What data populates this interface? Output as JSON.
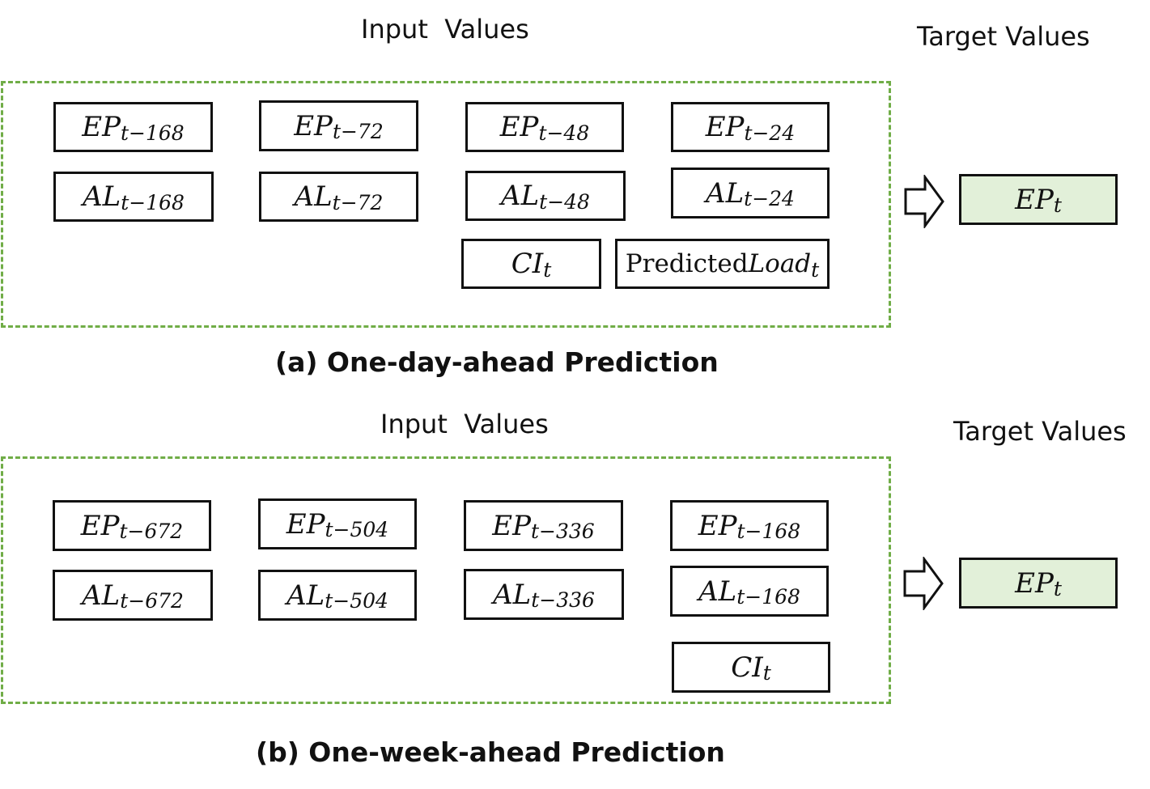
{
  "panels": [
    {
      "input_heading": "Input  Values",
      "target_heading": "Target Values",
      "caption": "(a) One-day-ahead Prediction",
      "inputs": [
        {
          "name": "EP",
          "sub": "t−168"
        },
        {
          "name": "EP",
          "sub": "t−72"
        },
        {
          "name": "EP",
          "sub": "t−48"
        },
        {
          "name": "EP",
          "sub": "t−24"
        },
        {
          "name": "AL",
          "sub": "t−168"
        },
        {
          "name": "AL",
          "sub": "t−72"
        },
        {
          "name": "AL",
          "sub": "t−48"
        },
        {
          "name": "AL",
          "sub": "t−24"
        },
        {
          "name": "CI",
          "sub": "t"
        },
        {
          "prefix": "Predicted",
          "name": "Load",
          "sub": "t"
        }
      ],
      "target": {
        "name": "EP",
        "sub": "t"
      }
    },
    {
      "input_heading": "Input  Values",
      "target_heading": "Target Values",
      "caption": "(b) One-week-ahead Prediction",
      "inputs": [
        {
          "name": "EP",
          "sub": "t−672"
        },
        {
          "name": "EP",
          "sub": "t−504"
        },
        {
          "name": "EP",
          "sub": "t−336"
        },
        {
          "name": "EP",
          "sub": "t−168"
        },
        {
          "name": "AL",
          "sub": "t−672"
        },
        {
          "name": "AL",
          "sub": "t−504"
        },
        {
          "name": "AL",
          "sub": "t−336"
        },
        {
          "name": "AL",
          "sub": "t−168"
        },
        {
          "name": "CI",
          "sub": "t"
        }
      ],
      "target": {
        "name": "EP",
        "sub": "t"
      }
    }
  ],
  "colors": {
    "frame_border": "#70ad47",
    "target_fill": "#e2f0d9",
    "box_border": "#111111"
  },
  "icons": {
    "arrow": "hollow-right-arrow-icon"
  }
}
